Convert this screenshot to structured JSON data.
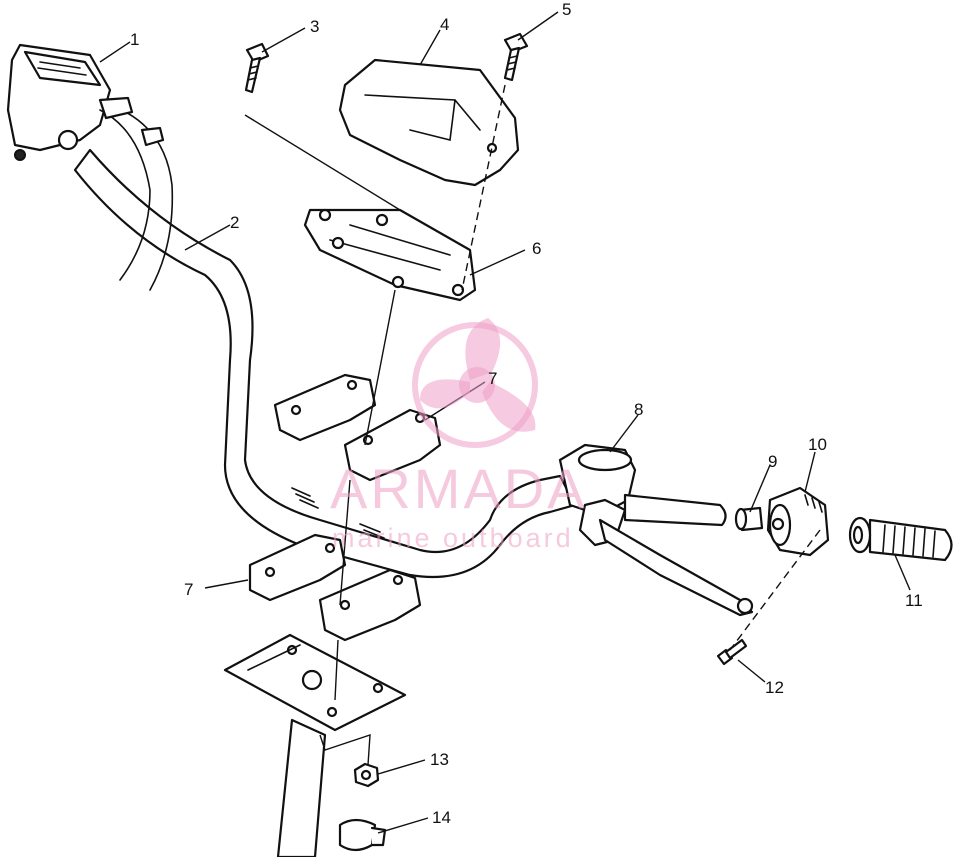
{
  "callouts": [
    "1",
    "2",
    "3",
    "4",
    "5",
    "6",
    "7",
    "7",
    "8",
    "9",
    "10",
    "11",
    "12",
    "13",
    "14"
  ],
  "watermark": {
    "brand": "ARMADA",
    "tagline": "marine outboard"
  },
  "colors": {
    "line": "#111111",
    "watermark": "#ee9fc6"
  }
}
